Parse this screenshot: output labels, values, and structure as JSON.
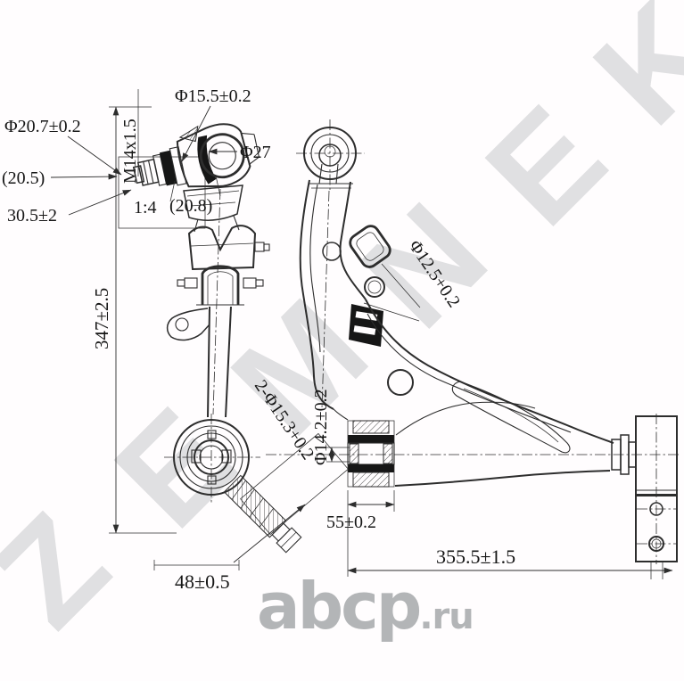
{
  "watermark": {
    "letters": [
      "Z",
      "E",
      "M",
      "N",
      "E",
      "K"
    ],
    "color": "#e0e0e2"
  },
  "logo": {
    "text": "abcp",
    "suffix": ".ru",
    "color": "#b3b5b7"
  },
  "drawing": {
    "line_color": "#2d2d2d",
    "left_view": {
      "labels": {
        "ball_pin_dia": "Φ20.7±0.2",
        "ref_width": "(20.5)",
        "taper_len": "30.5±2",
        "stud_dia": "Φ15.5±0.2",
        "hex_size": "Φ27",
        "thread": "M14x1.5",
        "taper_ratio": "1:4",
        "ref_208": "(20.8)",
        "overall_height": "347±2.5",
        "bolt_holes": "2-Φ15.3+0.2",
        "stud_len": "48±0.5"
      }
    },
    "right_view": {
      "labels": {
        "hole_dia": "Φ12.5+0.2",
        "bush_bore_dia": "Φ14.2±0.2",
        "bush_width": "55±0.2",
        "overall_length": "355.5±1.5"
      }
    }
  }
}
